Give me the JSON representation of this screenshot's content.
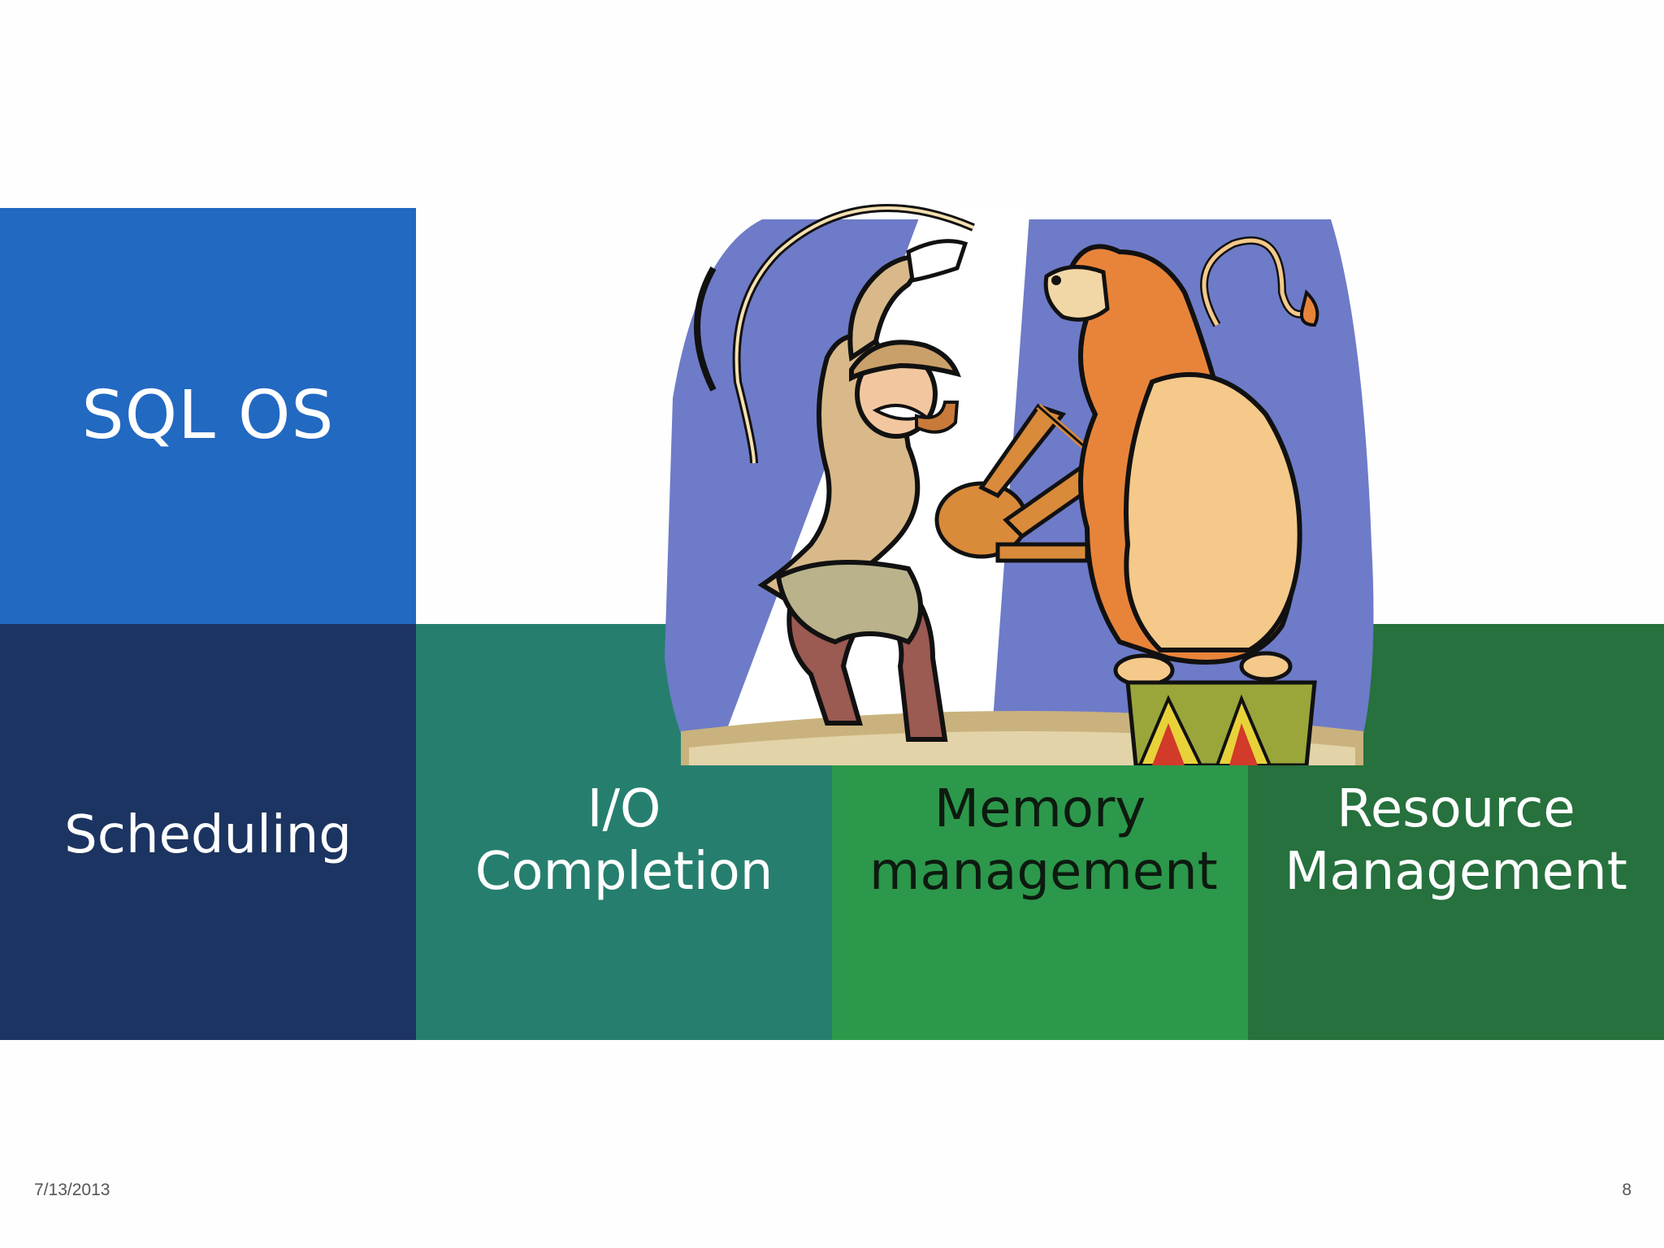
{
  "slide": {
    "title_tile": "SQL OS",
    "tiles": [
      {
        "label": "Scheduling"
      },
      {
        "label": "I/O Completion"
      },
      {
        "label": "Memory management"
      },
      {
        "label": "Resource Management"
      }
    ],
    "footer": {
      "date": "7/13/2013",
      "page_number": "8"
    }
  },
  "colors": {
    "sql_os_tile": "#2269c2",
    "scheduling_tile": "#1c3461",
    "io_tile": "#267f6e",
    "memory_tile": "#2c984b",
    "resource_tile": "#26713d"
  },
  "illustration": {
    "icon": "lion-tamer-clipart"
  }
}
